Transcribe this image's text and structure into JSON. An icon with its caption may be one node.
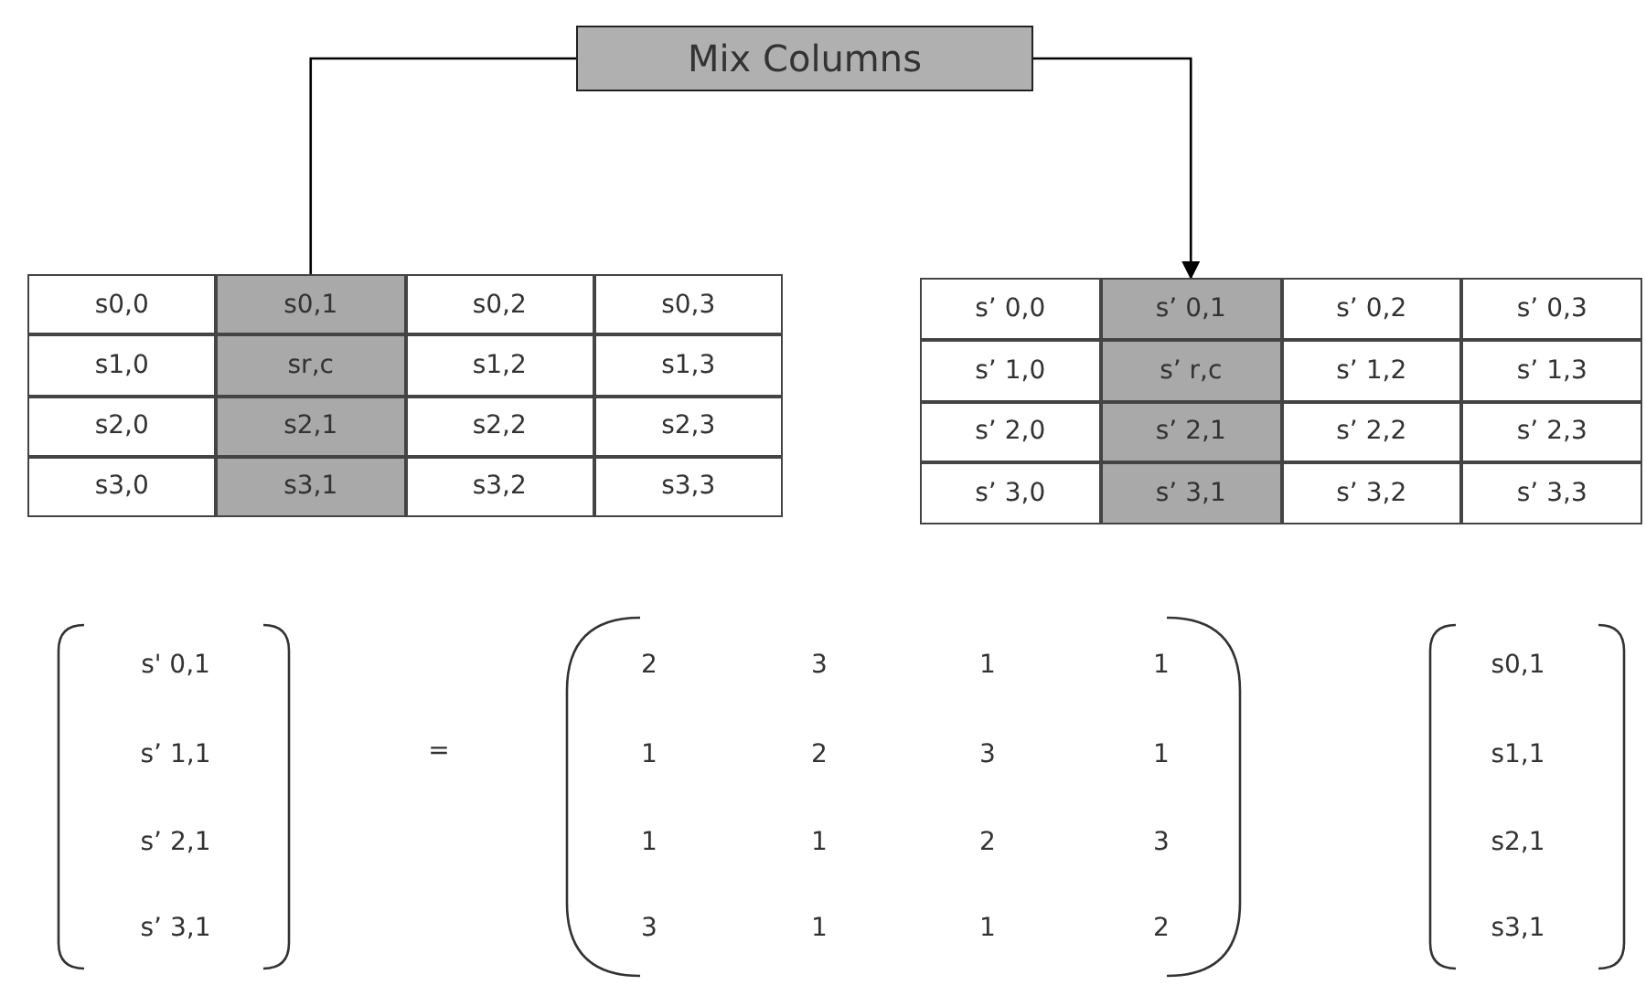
{
  "diagram": {
    "nodes": [
      {
        "text": [
          "Mix Columns"
        ]
      },
      {
        "text": [
          "s0,0"
        ]
      },
      {
        "text": [
          "s0,1"
        ]
      },
      {
        "text": [
          "s0,2"
        ]
      },
      {
        "text": [
          "s0,3"
        ]
      },
      {
        "text": [
          "s1,0"
        ]
      },
      {
        "text": [
          "sr,c"
        ]
      },
      {
        "text": [
          "s1,2"
        ]
      },
      {
        "text": [
          "s1,3"
        ]
      },
      {
        "text": [
          "s2,0"
        ]
      },
      {
        "text": [
          "s2,1"
        ]
      },
      {
        "text": [
          "s2,2"
        ]
      },
      {
        "text": [
          "s2,3"
        ]
      },
      {
        "text": [
          "s3,0"
        ]
      },
      {
        "text": [
          "s3,1"
        ]
      },
      {
        "text": [
          "s3,2"
        ]
      },
      {
        "text": [
          "s3,3"
        ]
      },
      {
        "text": [
          "s’ 0,0"
        ]
      },
      {
        "text": [
          "s’ 0,1"
        ]
      },
      {
        "text": [
          "s’ 0,2"
        ]
      },
      {
        "text": [
          "s’ 0,3"
        ]
      },
      {
        "text": [
          "s’ 1,0"
        ]
      },
      {
        "text": [
          "s’ r,c"
        ]
      },
      {
        "text": [
          "s’ 1,2"
        ]
      },
      {
        "text": [
          "s’ 1,3"
        ]
      },
      {
        "text": [
          "s’ 2,0"
        ]
      },
      {
        "text": [
          "s’ 2,1"
        ]
      },
      {
        "text": [
          "s’ 2,2"
        ]
      },
      {
        "text": [
          "s’ 2,3"
        ]
      },
      {
        "text": [
          "s’ 3,0"
        ]
      },
      {
        "text": [
          "s’ 3,1"
        ]
      },
      {
        "text": [
          "s’ 3,2"
        ]
      },
      {
        "text": [
          "s’ 3,3"
        ]
      }
    ],
    "edges": [
      {
        "from": 2,
        "to": 0,
        "arrow": "none"
      },
      {
        "from": 0,
        "to": 18,
        "arrow": "to"
      }
    ],
    "labels": [
      "s' 0,1",
      "2",
      "3",
      "1",
      "1",
      "s0,1",
      "s’ 1,1",
      "=",
      "1",
      "2",
      "3",
      "1",
      "s1,1",
      "s’ 2,1",
      "1",
      "1",
      "2",
      "3",
      "s2,1",
      "s’ 3,1",
      "3",
      "1",
      "1",
      "2",
      "s3,1"
    ]
  }
}
